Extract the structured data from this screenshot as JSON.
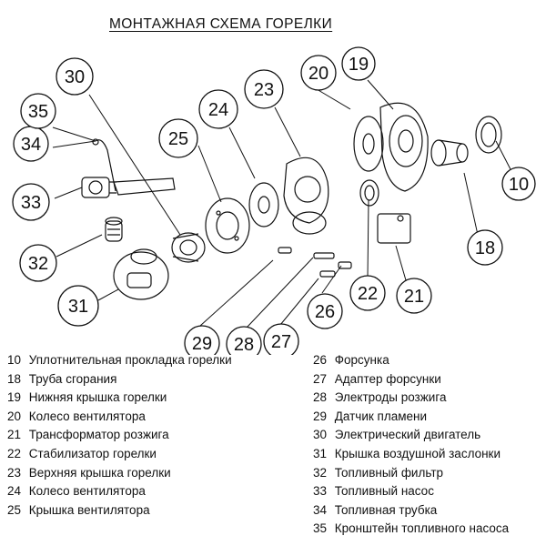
{
  "title": "МОНТАЖНАЯ СХЕМА ГОРЕЛКИ",
  "callouts": [
    {
      "num": "10"
    },
    {
      "num": "18"
    },
    {
      "num": "19"
    },
    {
      "num": "20"
    },
    {
      "num": "21"
    },
    {
      "num": "22"
    },
    {
      "num": "23"
    },
    {
      "num": "24"
    },
    {
      "num": "25"
    },
    {
      "num": "26"
    },
    {
      "num": "27"
    },
    {
      "num": "28"
    },
    {
      "num": "29"
    },
    {
      "num": "30"
    },
    {
      "num": "31"
    },
    {
      "num": "32"
    },
    {
      "num": "33"
    },
    {
      "num": "34"
    },
    {
      "num": "35"
    }
  ],
  "legend_left": [
    {
      "num": "10",
      "label": "Уплотнительная прокладка горелки"
    },
    {
      "num": "18",
      "label": "Труба сгорания"
    },
    {
      "num": "19",
      "label": "Нижняя крышка горелки"
    },
    {
      "num": "20",
      "label": "Колесо вентилятора"
    },
    {
      "num": "21",
      "label": "Трансформатор розжига"
    },
    {
      "num": "22",
      "label": "Стабилизатор горелки"
    },
    {
      "num": "23",
      "label": "Верхняя крышка горелки"
    },
    {
      "num": "24",
      "label": "Колесо вентилятора"
    },
    {
      "num": "25",
      "label": "Крышка вентилятора"
    }
  ],
  "legend_right": [
    {
      "num": "26",
      "label": "Форсунка"
    },
    {
      "num": "27",
      "label": "Адаптер форсунки"
    },
    {
      "num": "28",
      "label": "Электроды розжига"
    },
    {
      "num": "29",
      "label": "Датчик пламени"
    },
    {
      "num": "30",
      "label": "Электрический двигатель"
    },
    {
      "num": "31",
      "label": "Крышка воздушной заслонки"
    },
    {
      "num": "32",
      "label": "Топливный фильтр"
    },
    {
      "num": "33",
      "label": "Топливный насос"
    },
    {
      "num": "34",
      "label": "Топливная трубка"
    },
    {
      "num": "35",
      "label": "Кронштейн топливного насоса"
    }
  ]
}
